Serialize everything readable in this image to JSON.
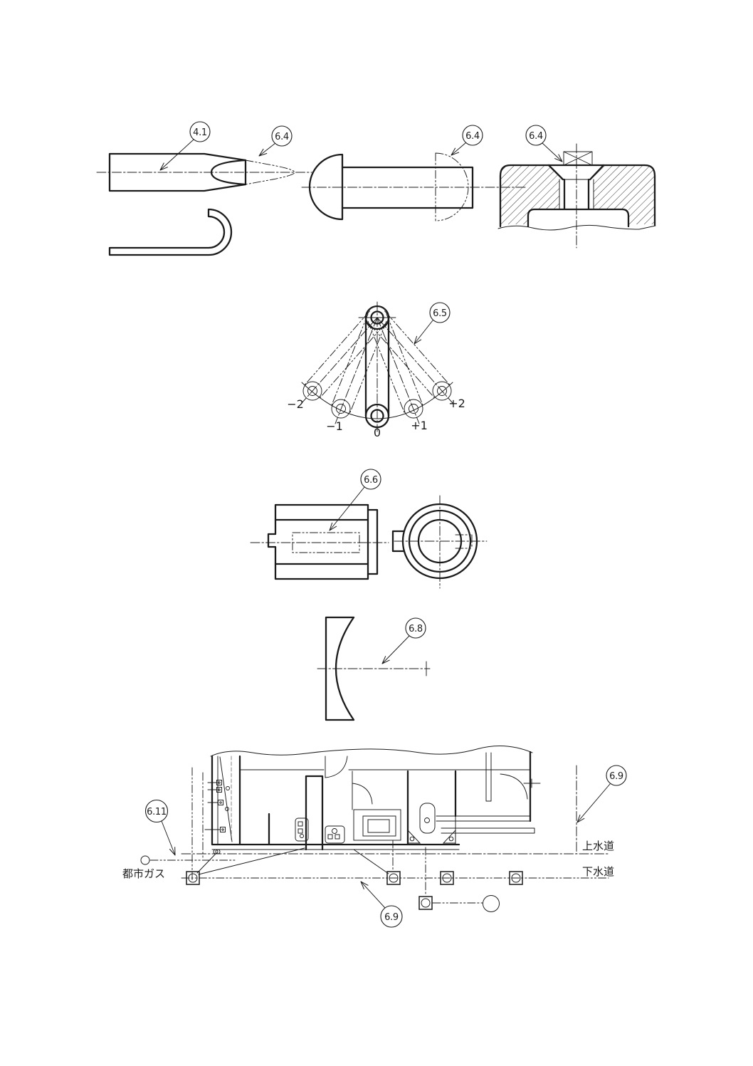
{
  "ink": "#1b1b1b",
  "background": "#ffffff",
  "callouts": {
    "punch_body": "4.1",
    "punch_tip": "6.4",
    "rivet": "6.4",
    "tapped_hole": "6.4",
    "link_positions": "6.5",
    "bushing": "6.6",
    "lens": "6.8",
    "water_supply": "6.9",
    "gas_service": "6.11",
    "sewer": "6.9"
  },
  "pendulum": {
    "minus2": "−2",
    "minus1": "−1",
    "zero": "0",
    "plus1": "+1",
    "plus2": "+2"
  },
  "site": {
    "city_gas": "都市ガス",
    "water_supply": "上水道",
    "sewerage": "下水道"
  }
}
